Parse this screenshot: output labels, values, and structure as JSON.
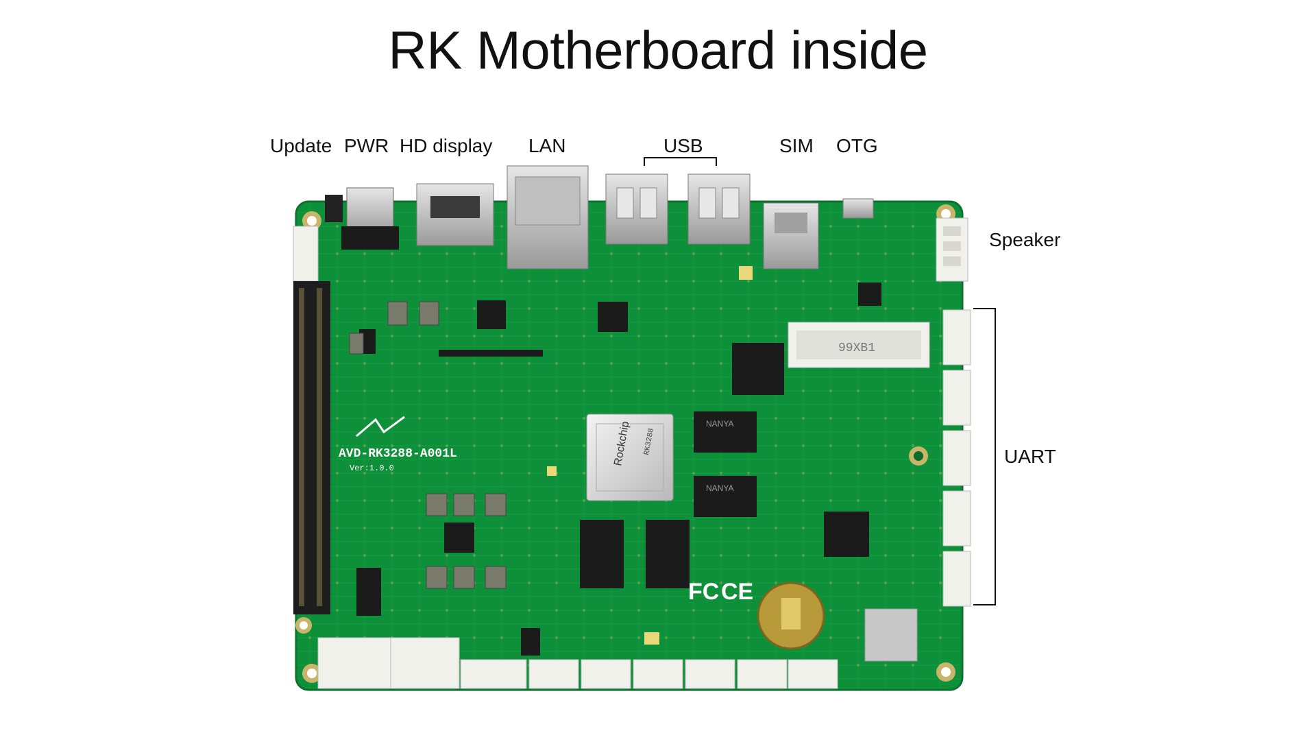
{
  "title": "RK Motherboard inside",
  "labels": {
    "update": "Update",
    "pwr": "PWR",
    "hd_display": "HD display",
    "lan": "LAN",
    "usb": "USB",
    "sim": "SIM",
    "otg": "OTG",
    "speaker": "Speaker",
    "uart": "UART"
  },
  "board": {
    "model": "AVD-RK3288-A001L",
    "version": "Ver:1.0.0",
    "soc_brand": "Rockchip",
    "soc_model": "RK3288",
    "ram_brand": "NANYA",
    "slot_marking": "99XB1",
    "cert_fc": "FC",
    "cert_ce": "CE"
  },
  "colors": {
    "pcb": "#0f8f3a",
    "pcb_dark": "#0a6b2b",
    "trace": "#17a447",
    "connector": "#f1f1ec",
    "metal": "#c8c8c8",
    "chip": "#1b1b1b"
  }
}
